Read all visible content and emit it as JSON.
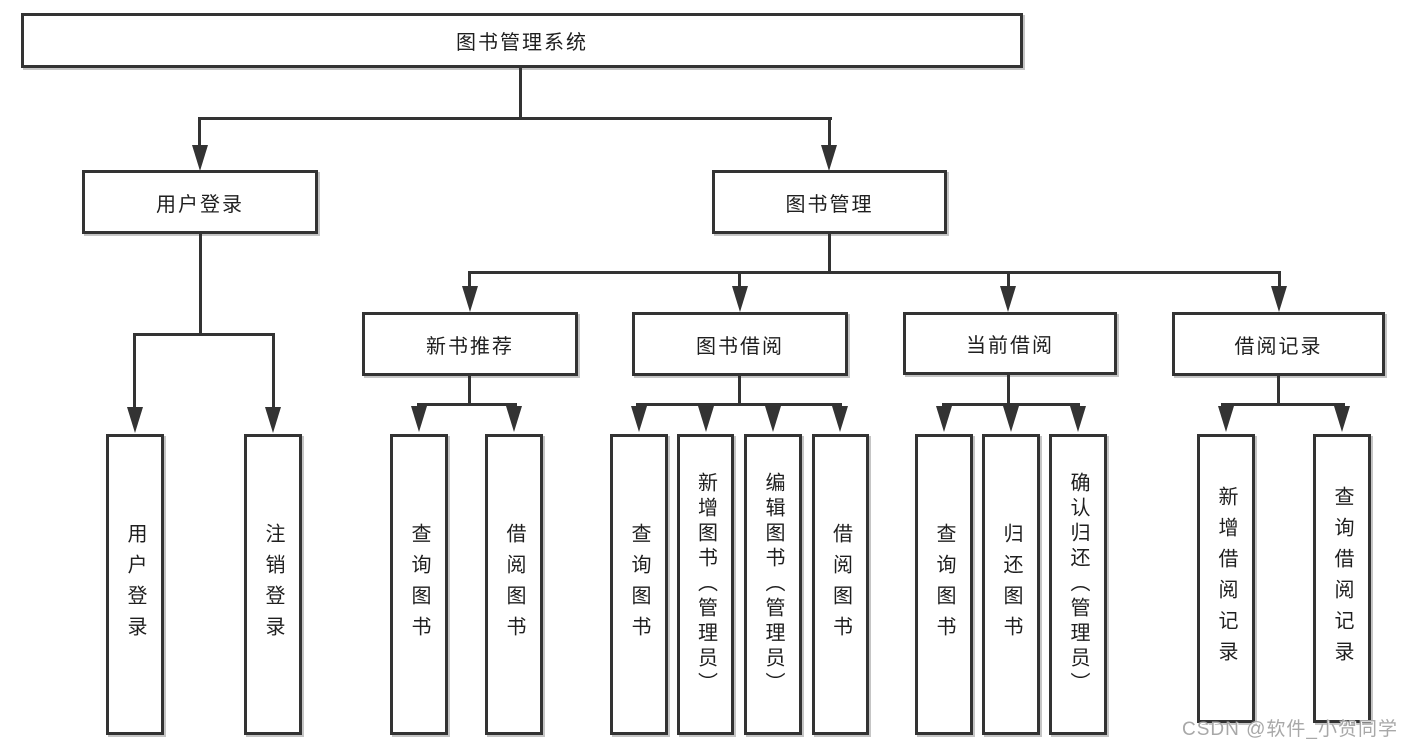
{
  "nodes": {
    "root": "图书管理系统",
    "l2": [
      "用户登录",
      "图书管理"
    ],
    "l3": [
      "新书推荐",
      "图书借阅",
      "当前借阅",
      "借阅记录"
    ],
    "leaves": [
      "用户登录",
      "注销登录",
      "查询图书",
      "借阅图书",
      "查询图书",
      "新增图书（管理员）",
      "编辑图书（管理员）",
      "借阅图书",
      "查询图书",
      "归还图书",
      "确认归还（管理员）",
      "新增借阅记录",
      "查询借阅记录"
    ]
  },
  "hierarchy": {
    "图书管理系统": {
      "用户登录": [
        "用户登录",
        "注销登录"
      ],
      "图书管理": {
        "新书推荐": [
          "查询图书",
          "借阅图书"
        ],
        "图书借阅": [
          "查询图书",
          "新增图书（管理员）",
          "编辑图书（管理员）",
          "借阅图书"
        ],
        "当前借阅": [
          "查询图书",
          "归还图书",
          "确认归还（管理员）"
        ],
        "借阅记录": [
          "新增借阅记录",
          "查询借阅记录"
        ]
      }
    }
  },
  "watermark": {
    "text": "CSDN @软件_小贺同学"
  },
  "colors": {
    "line": "#333333",
    "text": "#1f1f1f",
    "background": "#ffffff",
    "watermark": "#a8a8a8"
  }
}
